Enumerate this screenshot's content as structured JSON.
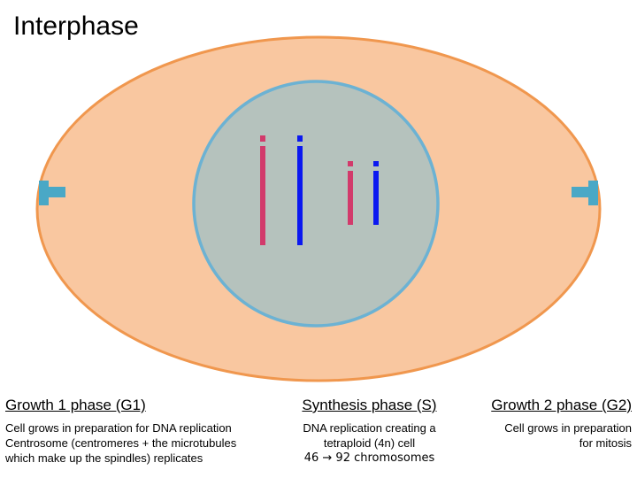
{
  "title": "Interphase",
  "colors": {
    "cell_fill": "#f9c7a0",
    "cell_border": "#f0974e",
    "nucleus_fill": "#b5c2bd",
    "nucleus_border": "#6cb2d3",
    "chromosome_red": "#d23a6b",
    "chromosome_blue": "#0b18f0",
    "centrosome": "#4aa8c6"
  },
  "phases": [
    {
      "heading": "Growth 1 phase (G1)",
      "lines": [
        "Cell grows in preparation for DNA replication",
        "Centrosome (centromeres + the microtubules",
        "which make up the spindles) replicates"
      ]
    },
    {
      "heading": "Synthesis phase (S)",
      "lines": [
        "DNA replication creating a",
        "tetraploid (4n) cell",
        "46 → 92 chromosomes"
      ]
    },
    {
      "heading": "Growth 2 phase (G2)",
      "lines": [
        "Cell grows in preparation",
        "for mitosis"
      ]
    }
  ]
}
